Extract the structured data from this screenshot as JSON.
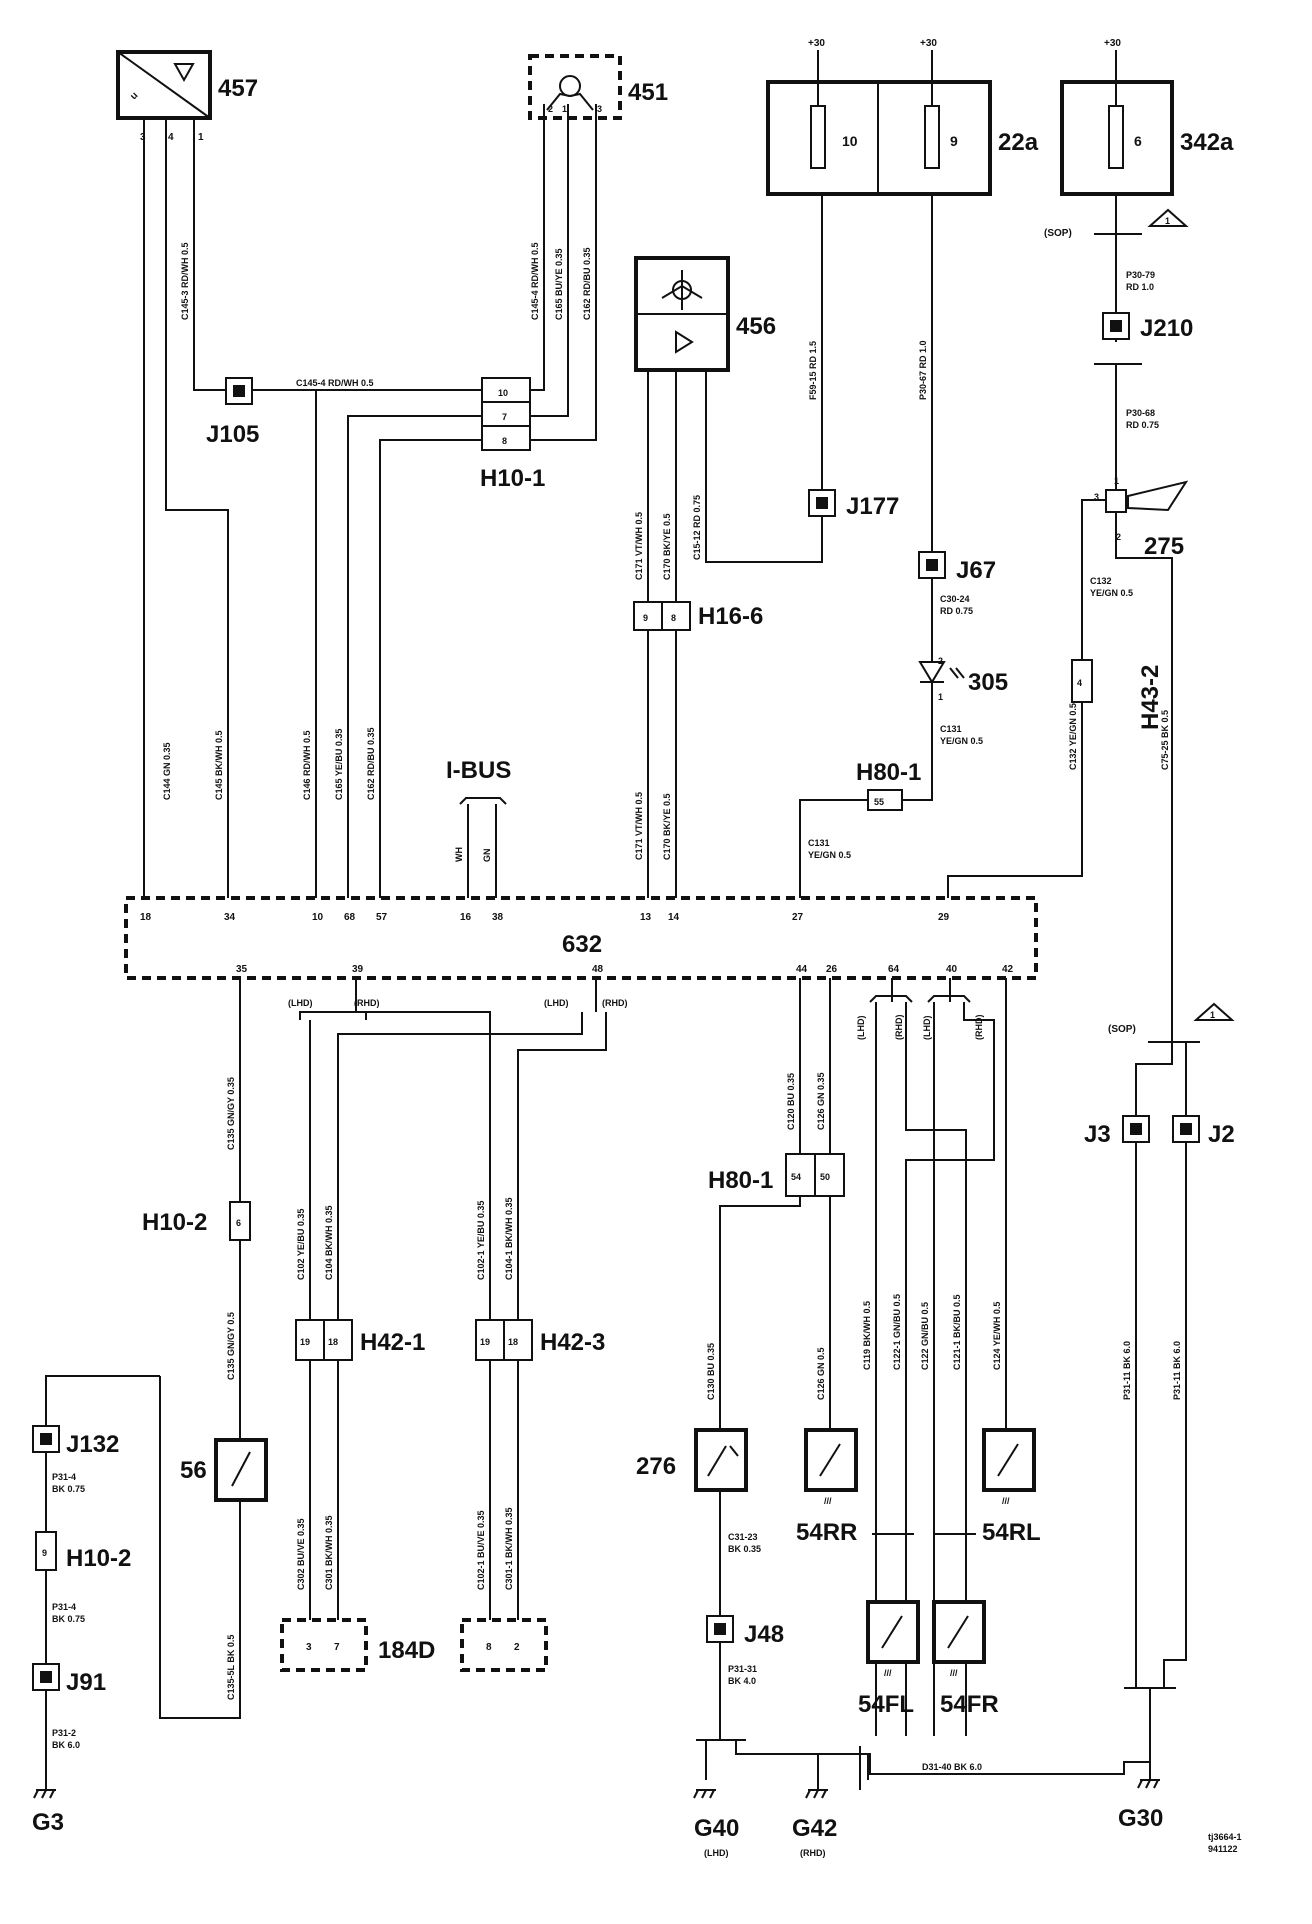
{
  "diagram": {
    "components": {
      "c457": "457",
      "c451": "451",
      "c456": "456",
      "c632": "632",
      "c22a": "22a",
      "c342a": "342a",
      "c275": "275",
      "c305": "305",
      "c56": "56",
      "c276": "276",
      "c184D": "184D",
      "c54RR": "54RR",
      "c54RL": "54RL",
      "c54FL": "54FL",
      "c54FR": "54FR"
    },
    "supply": {
      "s1": "+30",
      "s2": "+30",
      "s3": "+30"
    },
    "fuses": {
      "f10": "10",
      "f9": "9",
      "f6": "6"
    },
    "connectors": {
      "H10_1": "H10-1",
      "H16_6": "H16-6",
      "H43_2": "H43-2",
      "H80_1a": "H80-1",
      "H80_1b": "H80-1",
      "H10_2a": "H10-2",
      "H10_2b": "H10-2",
      "H42_1": "H42-1",
      "H42_3": "H42-3"
    },
    "splices": {
      "J105": "J105",
      "J177": "J177",
      "J67": "J67",
      "J210": "J210",
      "J3": "J3",
      "J2": "J2",
      "J132": "J132",
      "J91": "J91",
      "J48": "J48"
    },
    "grounds": {
      "G3": "G3",
      "G40": "G40",
      "G42": "G42",
      "G30": "G30",
      "G40_note": "(LHD)",
      "G42_note": "(RHD)"
    },
    "ibus": {
      "label": "I-BUS",
      "w1": "WH",
      "w2": "GN"
    },
    "pins_632_top": [
      "18",
      "34",
      "10",
      "68",
      "57",
      "16",
      "38",
      "13",
      "14",
      "27",
      "29"
    ],
    "pins_632_bottom": [
      "35",
      "39",
      "48",
      "44",
      "26",
      "64",
      "40",
      "42"
    ],
    "pins": {
      "p457": [
        "3",
        "4",
        "1"
      ],
      "p451": [
        "2",
        "1",
        "3"
      ],
      "H10_1": [
        "10",
        "7",
        "8"
      ],
      "H16_6": [
        "9",
        "8"
      ],
      "H43_2": "4",
      "H80_1a": "55",
      "H80_1b": [
        "54",
        "50"
      ],
      "H10_2a": "6",
      "H10_2b": "9",
      "H42_1": [
        "19",
        "18"
      ],
      "H42_3": [
        "19",
        "18"
      ],
      "c184a": [
        "3",
        "7"
      ],
      "c184b": [
        "8",
        "2"
      ],
      "c305": [
        "2",
        "1"
      ],
      "c275": [
        "1",
        "3",
        "2"
      ]
    },
    "mirror_notes": [
      "(LHD)",
      "(RHD)",
      "(LHD)",
      "(RHD)"
    ],
    "sop": {
      "top": "(SOP)",
      "bottom": "(SOP)"
    },
    "wires": {
      "P30_79": "P30-79",
      "P30_79_b": "RD  1.0",
      "P30_68": "P30-68",
      "P30_68_b": "RD 0.75",
      "C132": "C132",
      "C132_b": "YE/GN 0.5",
      "C30_24": "C30-24",
      "C30_24_b": "RD 0.75",
      "C131a": "C131",
      "C131a_b": "YE/GN  0.5",
      "C131b": "C131",
      "C131b_b": "YE/GN 0.5",
      "P31_4a": "P31-4",
      "P31_4a_b": "BK 0.75",
      "P31_4b": "P31-4",
      "P31_4b_b": "BK 0.75",
      "P31_2": "P31-2",
      "P31_2_b": "BK 6.0",
      "C31_23": "C31-23",
      "C31_23_b": "BK 0.35",
      "P31_31": "P31-31",
      "P31_31_b": "BK 4.0",
      "D31_40": "D31-40  BK   6.0",
      "C145_4": "C145-4  RD/WH  0.5",
      "v1": "C145-3 RD/WH 0.5",
      "v2": "C145-4 RD/WH 0.5",
      "v3": "C165  BU/YE  0.35",
      "v4": "C162 RD/BU 0.35",
      "v5": "C171  VT/WH  0.5",
      "v6": "C170  BK/YE  0.5",
      "v7": "C15-12  RD  0.75",
      "v8": "F59-15  RD  1.5",
      "v9": "P30-67  RD  1.0",
      "v10": "C144  GN  0.35",
      "v11": "C145  BK/WH  0.5",
      "v12": "C146  RD/WH  0.5",
      "v13": "C165  YE/BU  0.35",
      "v14": "C162  RD/BU  0.35",
      "v15": "C171  VT/WH  0.5",
      "v16": "C170  BK/YE  0.5",
      "v17": "C132  YE/GN  0.5",
      "v18": "C75-25  BK  0.5",
      "v19": "C135  GN/GY  0.35",
      "v20": "C135  GN/GY  0.5",
      "v21": "C135-5L BK 0.5",
      "v22": "C102  YE/BU  0.35",
      "v23": "C104  BK/WH  0.35",
      "v24": "C102-1  YE/BU  0.35",
      "v25": "C104-1  BK/WH  0.35",
      "v26": "C302  BU/VE  0.35",
      "v27": "C301  BK/WH  0.35",
      "v28": "C102-1  BU/VE  0.35",
      "v29": "C301-1  BK/WH  0.35",
      "v30": "C120  BU  0.35",
      "v31": "C126  GN  0.35",
      "v32": "C130  BU  0.35",
      "v33": "C126  GN  0.5",
      "v34": "C119  BK/WH  0.5",
      "v35": "C122-1  GN/BU  0.5",
      "v36": "C122  GN/BU  0.5",
      "v37": "C121-1  BK/BU  0.5",
      "v38": "C124  YE/WH  0.5",
      "v39": "P31-11 BK  6.0",
      "v40": "P31-11 BK  6.0",
      "d1": "(LHD)",
      "d2": "(RHD)",
      "d3": "(LHD)",
      "d4": "(RHD)"
    },
    "footer": {
      "code1": "tj3664-1",
      "code2": "941122"
    }
  }
}
